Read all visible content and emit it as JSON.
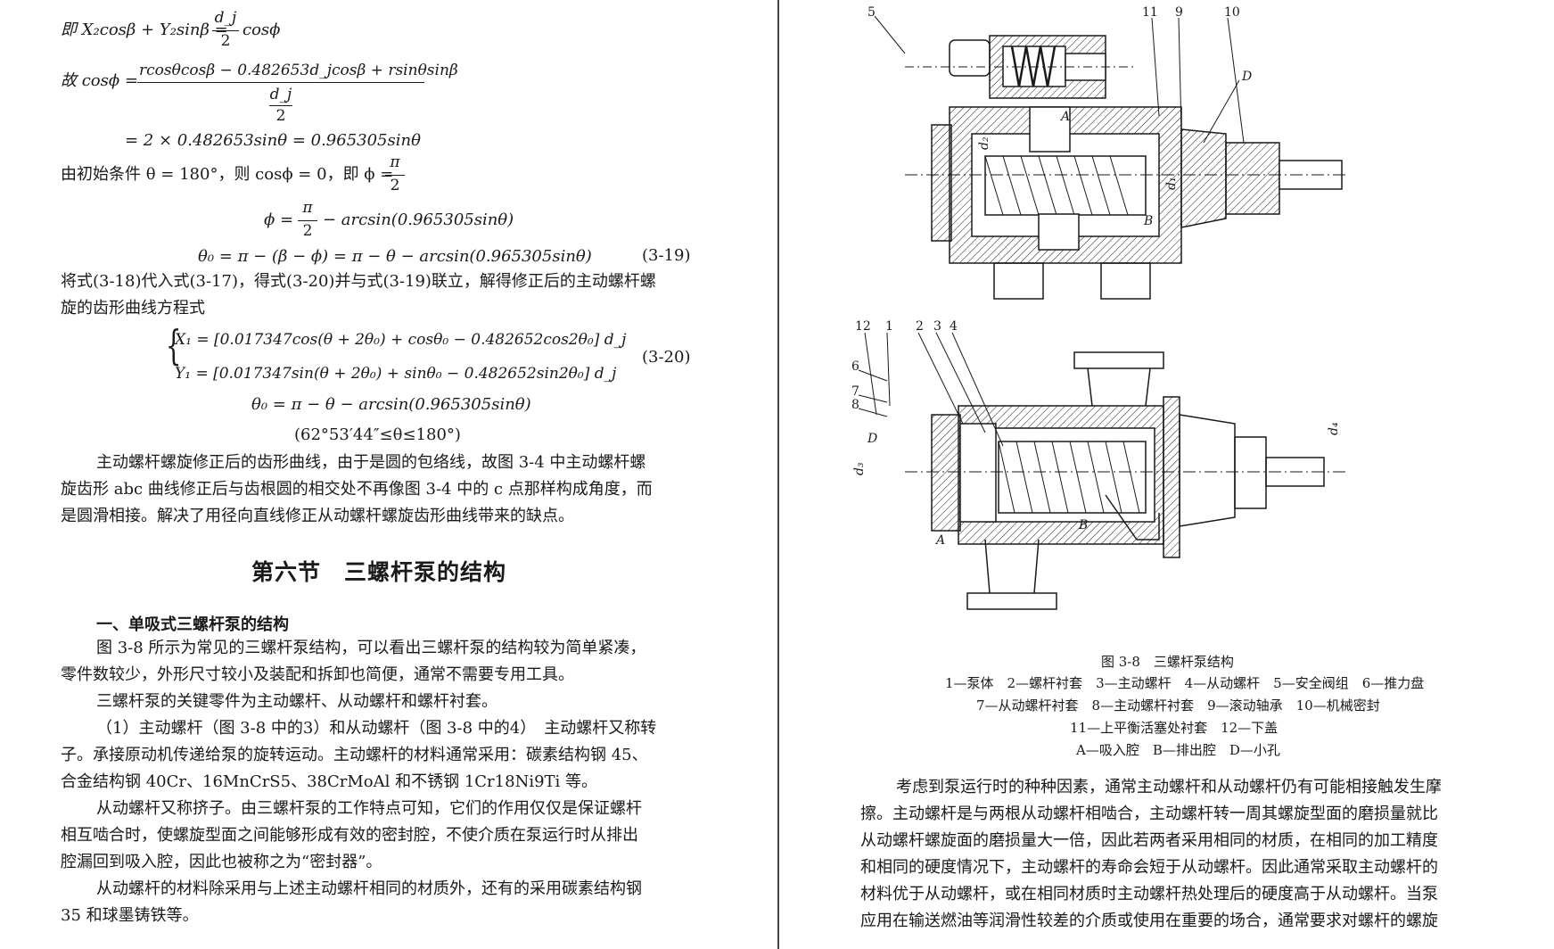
{
  "left": {
    "eq1": {
      "lhs": "即 X₂cosβ + Y₂sinβ =",
      "frac_num": "d_j",
      "frac_den": "2",
      "rhs": "cosϕ"
    },
    "eq2": {
      "lhs": "故 cosϕ =",
      "numerator": "rcosθcosβ − 0.482653d_jcosβ + rsinθsinβ",
      "den_num": "d_j",
      "den_den": "2"
    },
    "eq3": "= 2 × 0.482653sinθ = 0.965305sinθ",
    "init_cond": {
      "text": "由初始条件 θ = 180°，则 cosϕ = 0，即 ϕ =",
      "frac_num": "π",
      "frac_den": "2"
    },
    "eq4": {
      "lhs": "ϕ =",
      "frac_num": "π",
      "frac_den": "2",
      "rhs": "− arcsin(0.965305sinθ)"
    },
    "eq5": {
      "text": "θ₀ = π − (β − ϕ) = π − θ − arcsin(0.965305sinθ)",
      "number": "(3-19)"
    },
    "para1": [
      "将式(3-18)代入式(3-17)，得式(3-20)并与式(3-19)联立，解得修正后的主动螺杆螺",
      "旋的齿形曲线方程式"
    ],
    "system": {
      "x_eq": "X₁ = [0.017347cos(θ + 2θ₀) + cosθ₀ − 0.482652cos2θ₀] d_j",
      "y_eq": "Y₁ = [0.017347sin(θ + 2θ₀) + sinθ₀ − 0.482652sin2θ₀] d_j",
      "number": "(3-20)"
    },
    "eq6": "θ₀ = π − θ − arcsin(0.965305sinθ)",
    "eq7": "(62°53′44″≤θ≤180°)",
    "para2": [
      "主动螺杆螺旋修正后的齿形曲线，由于是圆的包络线，故图 3-4 中主动螺杆螺",
      "旋齿形 abc 曲线修正后与齿根圆的相交处不再像图 3-4 中的 c 点那样构成角度，而",
      "是圆滑相接。解决了用径向直线修正从动螺杆螺旋齿形曲线带来的缺点。"
    ],
    "section_heading": "第六节　三螺杆泵的结构",
    "sub_heading": "一、单吸式三螺杆泵的结构",
    "para3": [
      "图 3-8 所示为常见的三螺杆泵结构，可以看出三螺杆泵的结构较为简单紧凑，",
      "零件数较少，外形尺寸较小及装配和拆卸也简便，通常不需要专用工具。"
    ],
    "para4": [
      "三螺杆泵的关键零件为主动螺杆、从动螺杆和螺杆衬套。"
    ],
    "para5": [
      "（1）主动螺杆（图 3-8 中的3）和从动螺杆（图 3-8 中的4）　主动螺杆又称转",
      "子。承接原动机传递给泵的旋转运动。主动螺杆的材料通常采用：碳素结构钢 45、",
      "合金结构钢 40Cr、16MnCrS5、38CrMoAl 和不锈钢 1Cr18Ni9Ti 等。"
    ],
    "para6": [
      "从动螺杆又称挤子。由三螺杆泵的工作特点可知，它们的作用仅仅是保证螺杆",
      "相互啮合时，使螺旋型面之间能够形成有效的密封腔，不使介质在泵运行时从排出",
      "腔漏回到吸入腔，因此也被称之为“密封器”。"
    ],
    "para7": [
      "从动螺杆的材料除采用与上述主动螺杆相同的材质外，还有的采用碳素结构钢",
      "35 和球墨铸铁等。"
    ]
  },
  "right": {
    "figure": {
      "top_labels": [
        "5",
        "11",
        "9",
        "10"
      ],
      "top_letters": [
        "D",
        "A",
        "B"
      ],
      "top_dims": [
        "d₂",
        "d₁"
      ],
      "bottom_labels": [
        "12",
        "1",
        "2",
        "3",
        "4",
        "6",
        "7",
        "8"
      ],
      "bottom_letters": [
        "D",
        "A",
        "B"
      ],
      "bottom_dims": [
        "d₃",
        "d₄"
      ],
      "caption_title": "图 3-8　三螺杆泵结构",
      "legend": [
        "1—泵体　2—螺杆衬套　3—主动螺杆　4—从动螺杆　5—安全阀组　6—推力盘",
        "7—从动螺杆衬套　8—主动螺杆衬套　9—滚动轴承　10—机械密封",
        "11—上平衡活塞处衬套　12—下盖",
        "A—吸入腔　B—排出腔　D—小孔"
      ]
    },
    "para": [
      "考虑到泵运行时的种种因素，通常主动螺杆和从动螺杆仍有可能相接触发生摩",
      "擦。主动螺杆是与两根从动螺杆相啮合，主动螺杆转一周其螺旋型面的磨损量就比",
      "从动螺杆螺旋面的磨损量大一倍，因此若两者采用相同的材质，在相同的加工精度",
      "和相同的硬度情况下，主动螺杆的寿命会短于从动螺杆。因此通常采取主动螺杆的",
      "材料优于从动螺杆，或在相同材质时主动螺杆热处理后的硬度高于从动螺杆。当泵",
      "应用在输送燃油等润滑性较差的介质或使用在重要的场合，通常要求对螺杆的螺旋"
    ]
  }
}
